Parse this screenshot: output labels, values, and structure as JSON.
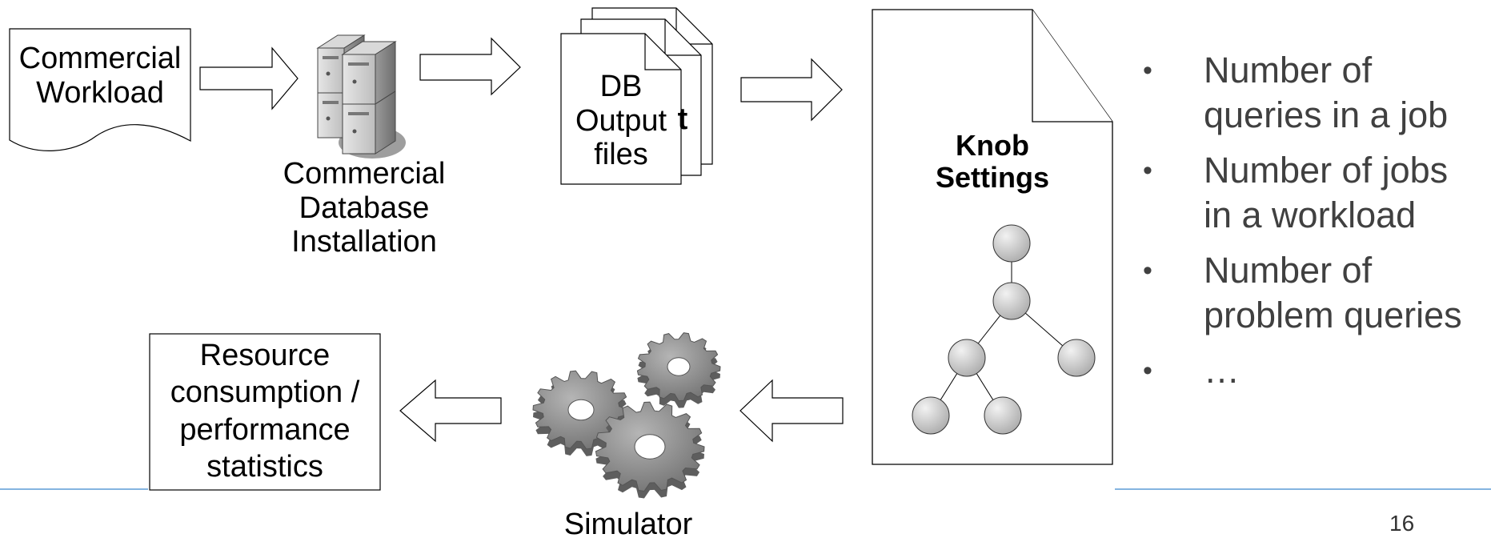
{
  "workload": {
    "line1": "Commercial",
    "line2": "Workload"
  },
  "database": {
    "line1": "Commercial",
    "line2": "Database",
    "line3": "Installation"
  },
  "output_files": {
    "line1": "DB",
    "line2": "Output",
    "line3": "files",
    "behind_fragment": "t"
  },
  "knob": {
    "line1": "Knob",
    "line2": "Settings"
  },
  "resource": {
    "line1": "Resource",
    "line2": "consumption /",
    "line3": "performance",
    "line4": "statistics"
  },
  "simulator": {
    "label": "Simulator"
  },
  "bullets": [
    {
      "line1": "Number of",
      "line2": "queries in a job"
    },
    {
      "line1": "Number of jobs",
      "line2": "in a workload"
    },
    {
      "line1": "Number of",
      "line2": "problem queries"
    },
    {
      "line1": "…",
      "line2": ""
    }
  ],
  "bullet_glyph": "•",
  "page_number": "16",
  "colors": {
    "accent_line": "#5b9bd5",
    "bullet_text": "#404040",
    "gear": "#8c8c8c",
    "server": "#a6a6a6",
    "node": "#cfcfcf"
  }
}
